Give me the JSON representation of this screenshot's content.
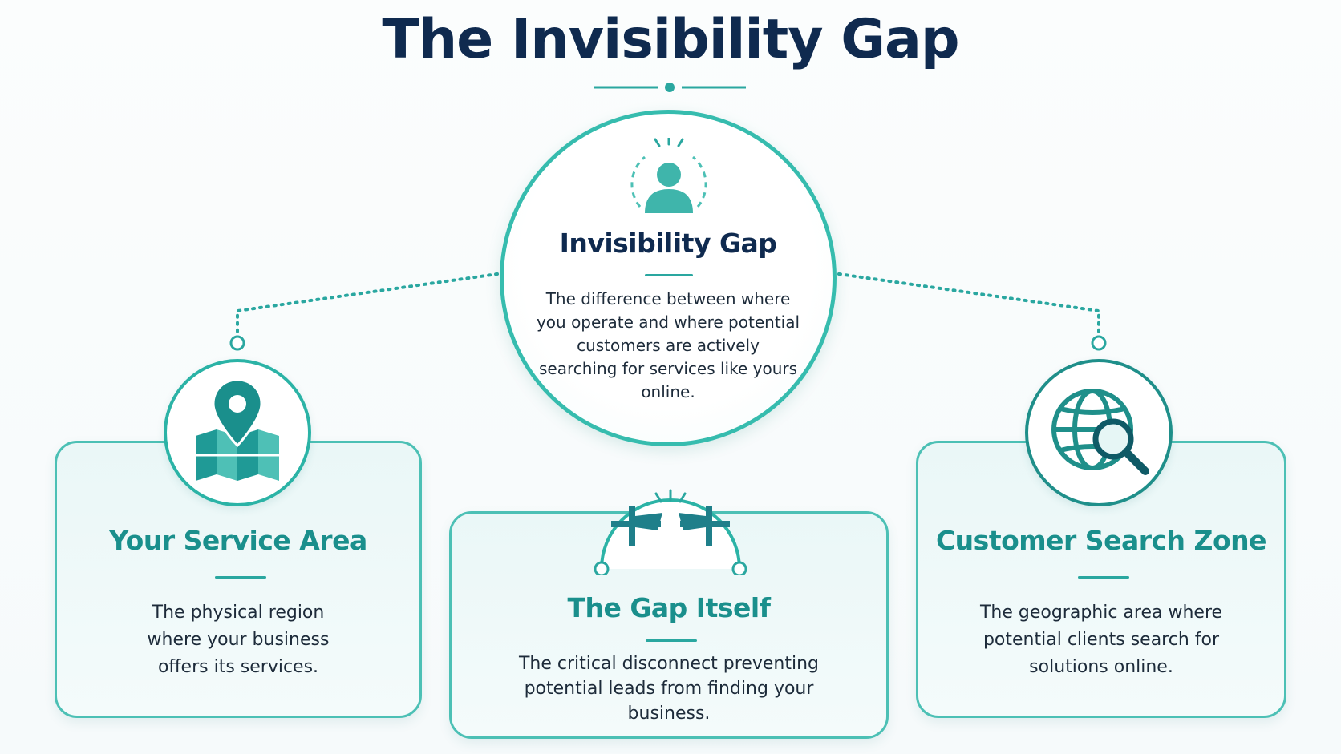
{
  "title": "The Invisibility Gap",
  "colors": {
    "navy": "#0f2a4f",
    "teal": "#2aa7a0",
    "teal_light": "#4cc0b5",
    "card_bg": "#eaf7f7"
  },
  "center": {
    "icon": "person-icon",
    "title": "Invisibility Gap",
    "description": "The difference between where you operate and where potential customers are actively searching for services like yours online."
  },
  "cards": [
    {
      "icon": "map-pin-icon",
      "title": "Your Service Area",
      "description": "The physical region where your business offers its services."
    },
    {
      "icon": "broken-bridge-icon",
      "title": "The Gap Itself",
      "description": "The critical disconnect preventing potential leads from finding your business."
    },
    {
      "icon": "globe-search-icon",
      "title": "Customer Search Zone",
      "description": "The geographic area where potential clients search for solutions online."
    }
  ]
}
